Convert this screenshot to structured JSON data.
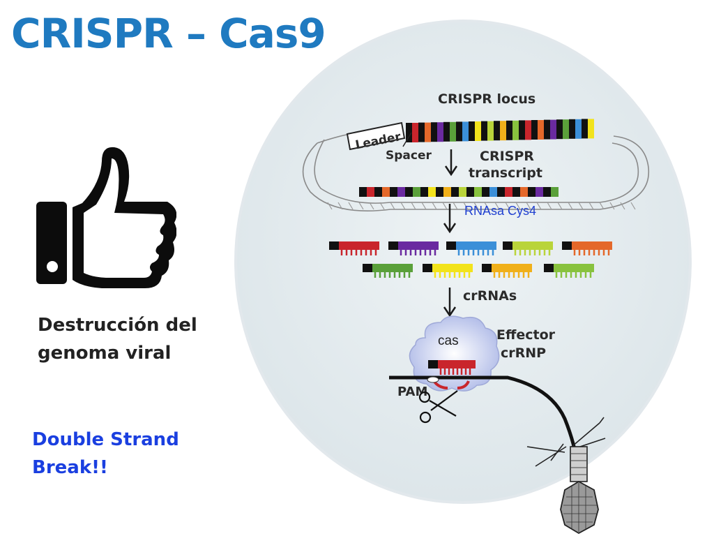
{
  "title": "CRISPR – Cas9",
  "left": {
    "caption_line1": "Destrucción del",
    "caption_line2": "genoma viral",
    "highlight_line1": "Double Strand",
    "highlight_line2": "Break!!",
    "icon": "thumbs-up-icon"
  },
  "diagram": {
    "locus_label": "CRISPR locus",
    "leader_label": "Leader",
    "spacer_label": "Spacer",
    "transcript_label_1": "CRISPR",
    "transcript_label_2": "transcript",
    "enzyme_label": "RNAsa Cys4",
    "crrnas_label": "crRNAs",
    "cas_label": "cas",
    "effector_label_1": "Effector",
    "effector_label_2": "crRNP",
    "pam_label": "PAM"
  },
  "colors": {
    "title": "#1f7ac0",
    "highlight": "#1a3fe0",
    "spacers": [
      "#c9252c",
      "#6a2aa0",
      "#3b8fd8",
      "#b9d43a",
      "#e4682a",
      "#5aa03a",
      "#f2e31c",
      "#f0b01a",
      "#88c23e"
    ]
  }
}
